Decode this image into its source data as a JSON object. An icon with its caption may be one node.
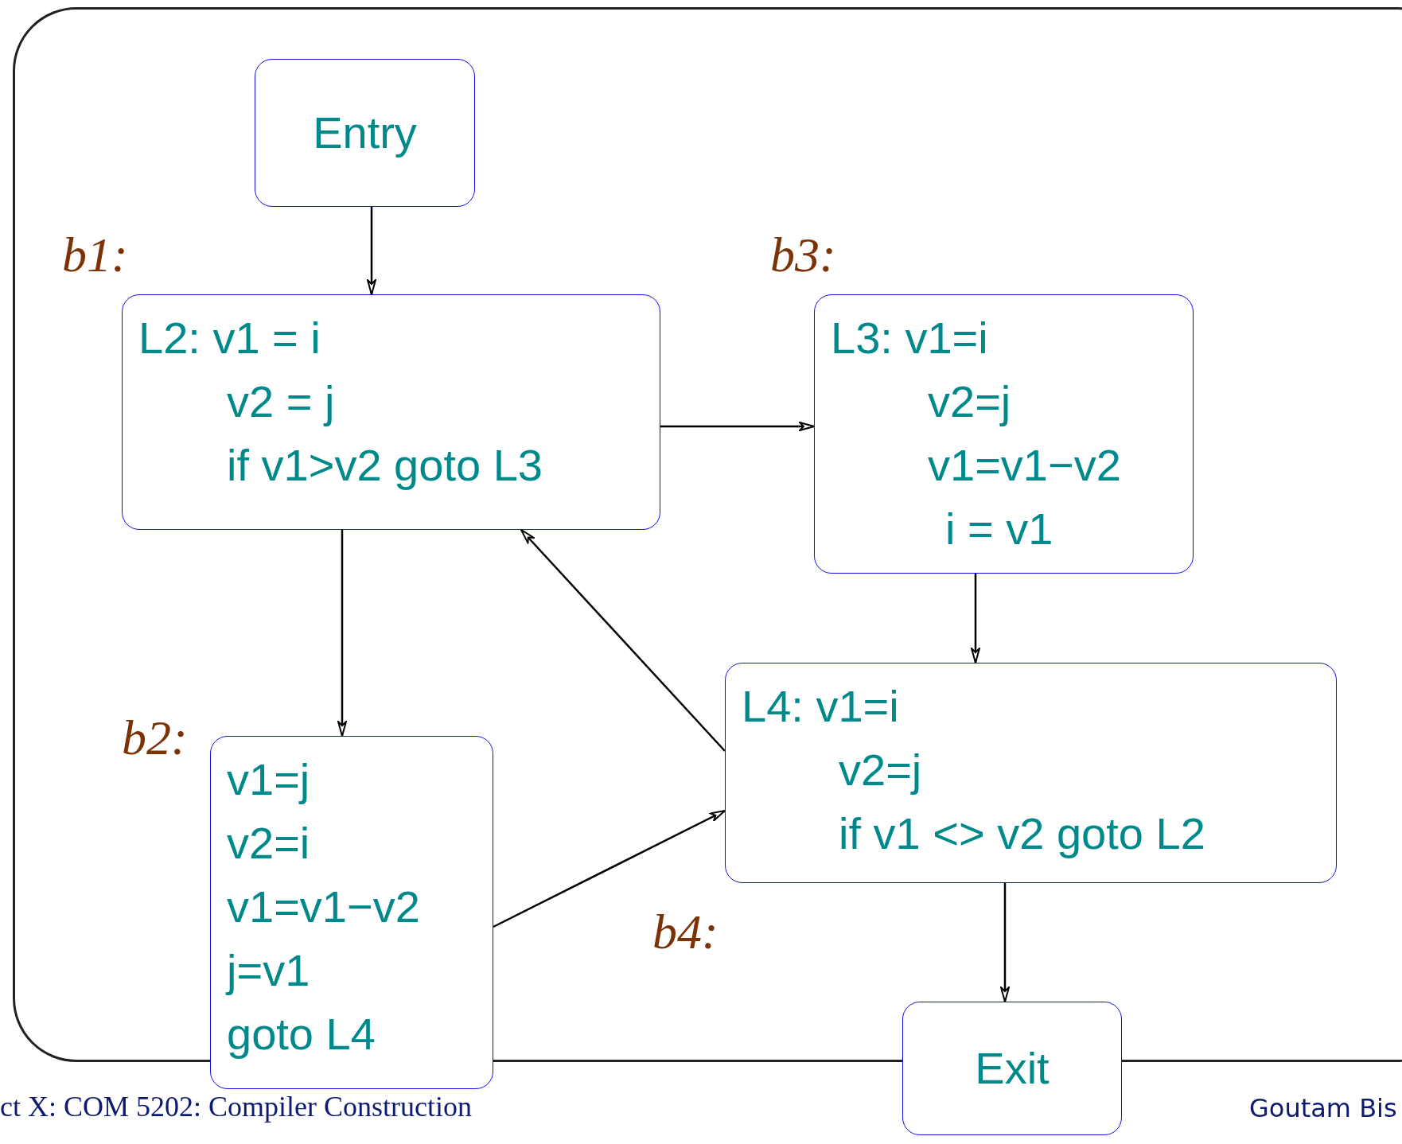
{
  "diagram": {
    "nodes": [
      {
        "text": [
          "Entry"
        ]
      },
      {
        "text": [
          "L2: v1 = i",
          "v2 = j",
          "if v1>v2 goto L3"
        ],
        "beside": [
          "b1:"
        ]
      },
      {
        "text": [
          "L3: v1=i",
          "v2=j",
          "v1=v1−v2",
          "i = v1"
        ],
        "beside": [
          "b3:"
        ]
      },
      {
        "text": [
          "v1=j",
          "v2=i",
          "v1=v1−v2",
          "j=v1",
          "goto L4"
        ],
        "beside": [
          "b2:"
        ]
      },
      {
        "text": [
          "L4: v1=i",
          "v2=j",
          "if v1 <> v2 goto L2"
        ],
        "beside": [
          "b4:"
        ]
      },
      {
        "text": [
          "Exit"
        ]
      }
    ],
    "edges": [
      {
        "from": 0,
        "to": 1,
        "arrow": "to"
      },
      {
        "from": 1,
        "to": 2,
        "arrow": "to"
      },
      {
        "from": 1,
        "to": 3,
        "arrow": "to"
      },
      {
        "from": 2,
        "to": 4,
        "arrow": "to"
      },
      {
        "from": 3,
        "to": 4,
        "arrow": "to"
      },
      {
        "from": 4,
        "to": 1,
        "arrow": "to"
      },
      {
        "from": 4,
        "to": 5,
        "arrow": "to"
      }
    ],
    "labels": [
      "ct X: COM 5202: Compiler Construction",
      "Goutam Bis"
    ]
  }
}
